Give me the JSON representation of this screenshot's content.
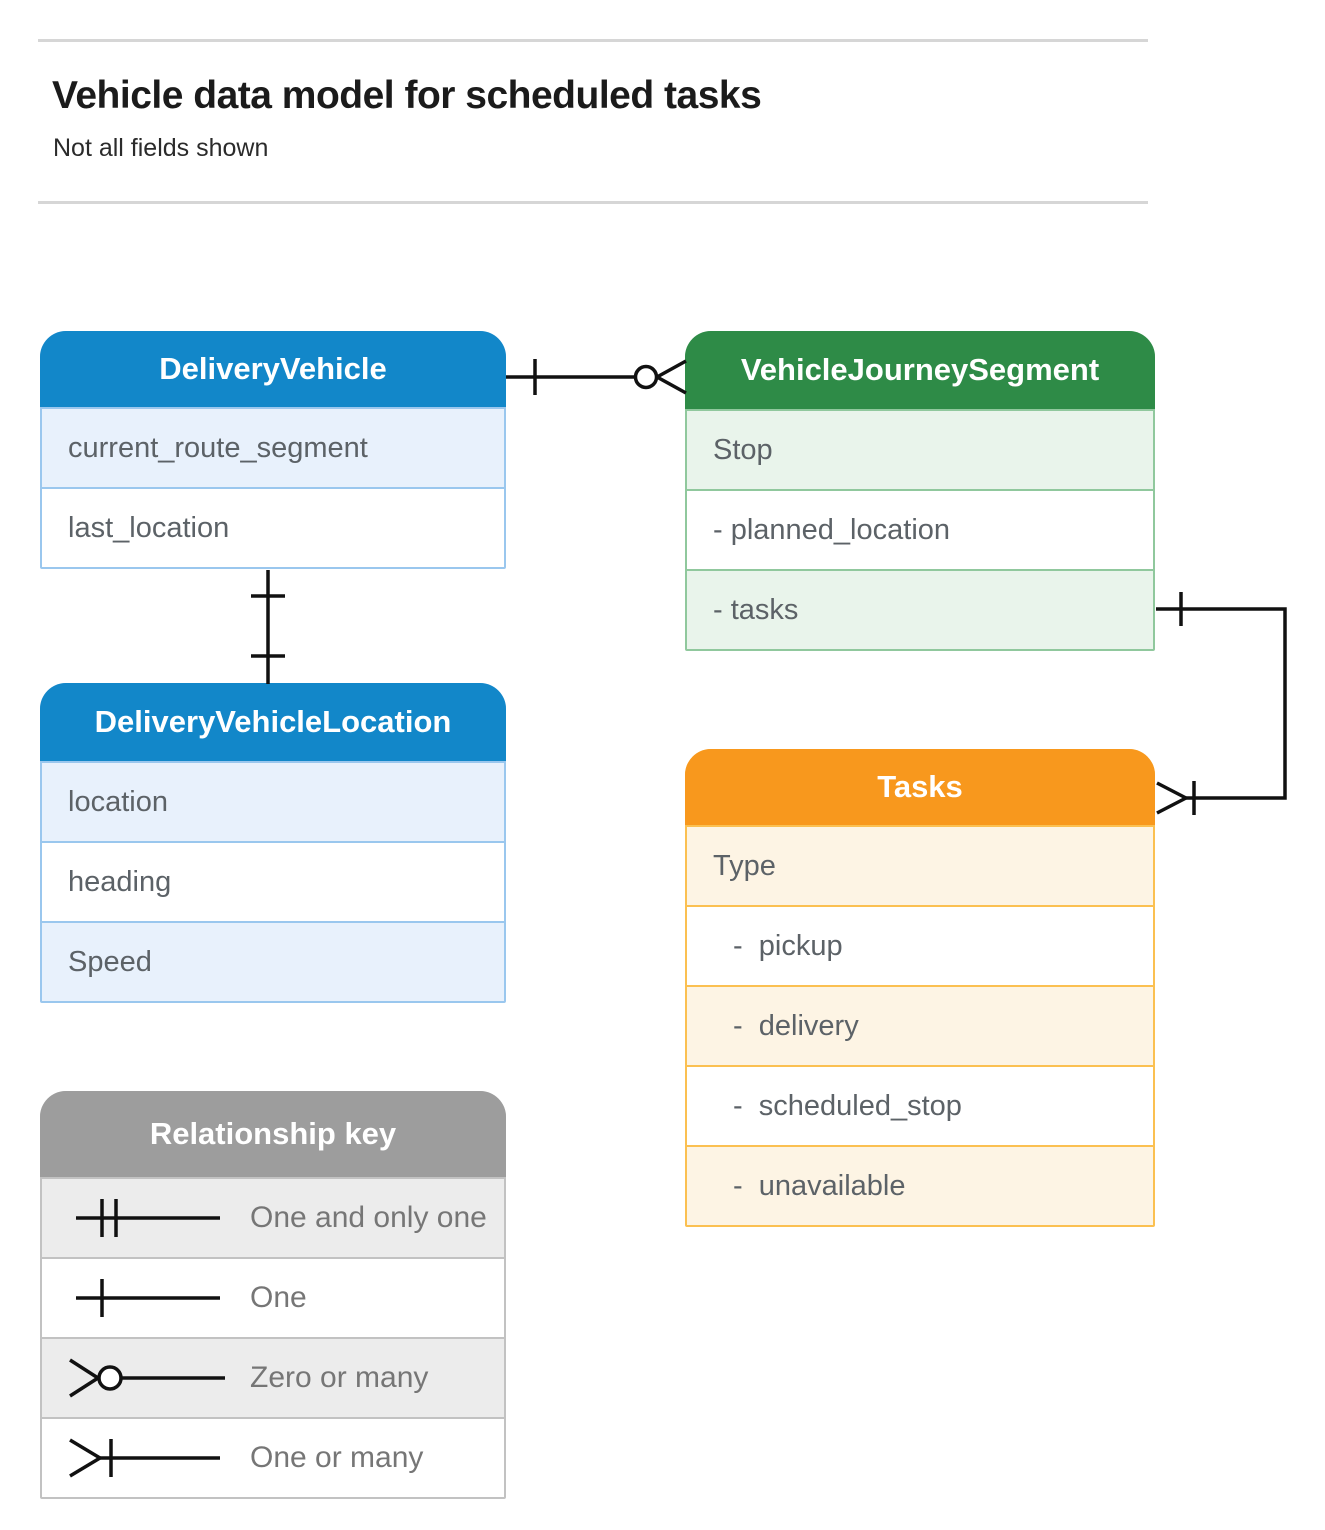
{
  "header": {
    "title": "Vehicle data model for scheduled tasks",
    "subtitle": "Not all fields shown"
  },
  "entities": {
    "delivery_vehicle": {
      "title": "DeliveryVehicle",
      "fields": [
        "current_route_segment",
        "last_location"
      ]
    },
    "vehicle_journey_segment": {
      "title": "VehicleJourneySegment",
      "fields": [
        "Stop",
        "- planned_location",
        "- tasks"
      ]
    },
    "delivery_vehicle_location": {
      "title": "DeliveryVehicleLocation",
      "fields": [
        "location",
        "heading",
        "Speed"
      ]
    },
    "tasks": {
      "title": "Tasks",
      "fields": [
        "Type",
        "-  pickup",
        "-  delivery",
        "-  scheduled_stop",
        "-  unavailable"
      ]
    }
  },
  "relationships": [
    {
      "from": "DeliveryVehicle",
      "to": "VehicleJourneySegment",
      "from_cardinality": "one",
      "to_cardinality": "zero-or-many"
    },
    {
      "from": "DeliveryVehicle",
      "to": "DeliveryVehicleLocation",
      "from_cardinality": "one",
      "to_cardinality": "one"
    },
    {
      "from": "VehicleJourneySegment.tasks",
      "to": "Tasks",
      "from_cardinality": "one",
      "to_cardinality": "one-or-many"
    }
  ],
  "legend": {
    "title": "Relationship key",
    "items": [
      "One and only one",
      "One",
      "Zero or many",
      "One or many"
    ]
  },
  "colors": {
    "blue_header": "#1287c9",
    "blue_row": "#e8f1fc",
    "blue_border": "#9ac7ee",
    "green_header": "#2e8b47",
    "green_row": "#e9f4eb",
    "green_border": "#90c89d",
    "orange_header": "#f8981d",
    "orange_row": "#fdf4e4",
    "orange_border": "#fbc051",
    "gray_header": "#9d9d9d",
    "gray_row": "#ececec",
    "gray_border": "#c2c2c2",
    "line": "#111111",
    "field_text": "#5c6267"
  }
}
